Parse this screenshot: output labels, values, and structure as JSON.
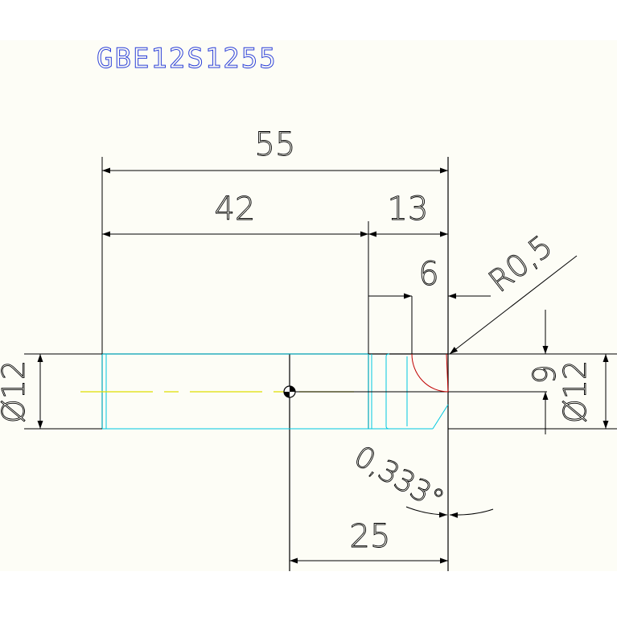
{
  "drawing": {
    "part_number": "GBE12S1255",
    "background": "#fdfdf6",
    "colors": {
      "outline": "#000000",
      "part_body": "#00c8e0",
      "centerline": "#e0e000",
      "radius_arc": "#c00000",
      "title": "#2b3fd8"
    }
  },
  "dimensions": {
    "overall_length": "55",
    "shank_length": "42",
    "tip_length": "13",
    "neck_width": "6",
    "corner_radius": "R0,5",
    "half_height": "6",
    "diameter_left": "Ø12",
    "diameter_right": "Ø12",
    "angle": "0,333°",
    "datum_length": "25"
  }
}
